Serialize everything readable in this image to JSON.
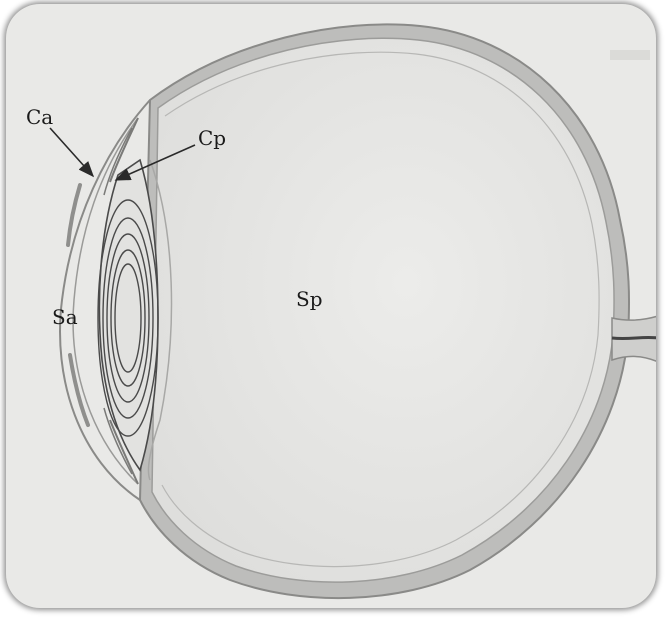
{
  "labels": {
    "ca": "Ca",
    "cp": "Cp",
    "sa": "Sa",
    "sp": "Sp"
  },
  "colors": {
    "background": "#e9e9e7",
    "wall": "#c9c9c7",
    "line": "#4a4a4a",
    "text": "#1a1a1a"
  }
}
